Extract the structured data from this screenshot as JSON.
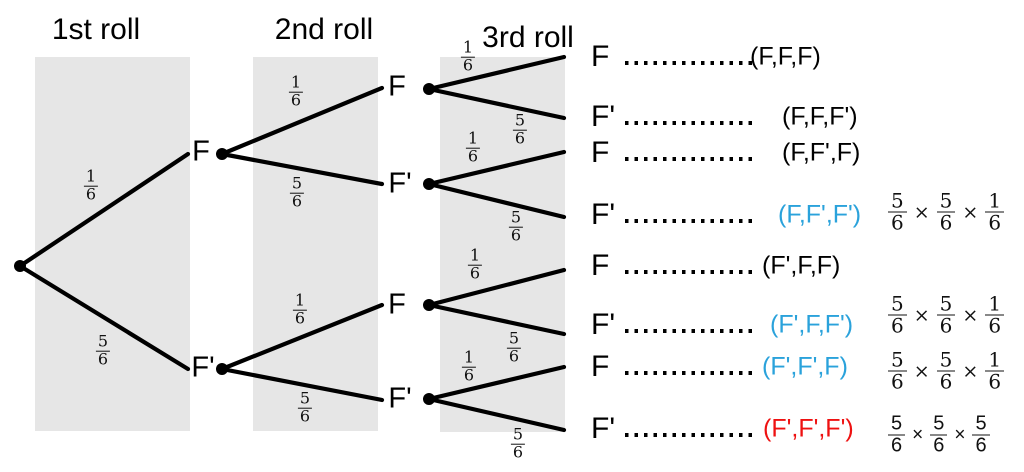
{
  "colors": {
    "black": "#000000",
    "blue": "#2aa2db",
    "red": "#ee1111",
    "column_bg": "#e6e6e6"
  },
  "columns": [
    {
      "header": "1st roll"
    },
    {
      "header": "2nd roll"
    },
    {
      "header": "3rd roll"
    }
  ],
  "nodes": {
    "level1": [
      "F",
      "F'"
    ],
    "level2": [
      "F",
      "F'",
      "F",
      "F'"
    ]
  },
  "fractions": [
    {
      "num": "1",
      "den": "6"
    },
    {
      "num": "5",
      "den": "6"
    },
    {
      "num": "1",
      "den": "6"
    },
    {
      "num": "5",
      "den": "6"
    },
    {
      "num": "1",
      "den": "6"
    },
    {
      "num": "5",
      "den": "6"
    },
    {
      "num": "1",
      "den": "6"
    },
    {
      "num": "5",
      "den": "6"
    },
    {
      "num": "1",
      "den": "6"
    },
    {
      "num": "5",
      "den": "6"
    },
    {
      "num": "1",
      "den": "6"
    },
    {
      "num": "5",
      "den": "6"
    },
    {
      "num": "1",
      "den": "6"
    },
    {
      "num": "5",
      "den": "6"
    }
  ],
  "times": "×",
  "rows": [
    {
      "leaf": "F",
      "tuple": "(F,F,F)",
      "color": "black"
    },
    {
      "leaf": "F'",
      "tuple": "(F,F,F')",
      "color": "black"
    },
    {
      "leaf": "F",
      "tuple": "(F,F',F)",
      "color": "black"
    },
    {
      "leaf": "F'",
      "tuple": "(F,F',F')",
      "color": "blue",
      "product": {
        "f1": {
          "num": "5",
          "den": "6"
        },
        "f2": {
          "num": "5",
          "den": "6"
        },
        "f3": {
          "num": "1",
          "den": "6"
        }
      }
    },
    {
      "leaf": "F",
      "tuple": "(F',F,F)",
      "color": "black"
    },
    {
      "leaf": "F'",
      "tuple": "(F',F,F')",
      "color": "blue",
      "product": {
        "f1": {
          "num": "5",
          "den": "6"
        },
        "f2": {
          "num": "5",
          "den": "6"
        },
        "f3": {
          "num": "1",
          "den": "6"
        }
      }
    },
    {
      "leaf": "F",
      "tuple": "(F',F',F)",
      "color": "blue",
      "product": {
        "f1": {
          "num": "5",
          "den": "6"
        },
        "f2": {
          "num": "5",
          "den": "6"
        },
        "f3": {
          "num": "1",
          "den": "6"
        }
      }
    },
    {
      "leaf": "F'",
      "tuple": "(F',F',F')",
      "color": "red",
      "product": {
        "f1": {
          "num": "5",
          "den": "6"
        },
        "f2": {
          "num": "5",
          "den": "6"
        },
        "f3": {
          "num": "5",
          "den": "6"
        }
      }
    }
  ]
}
